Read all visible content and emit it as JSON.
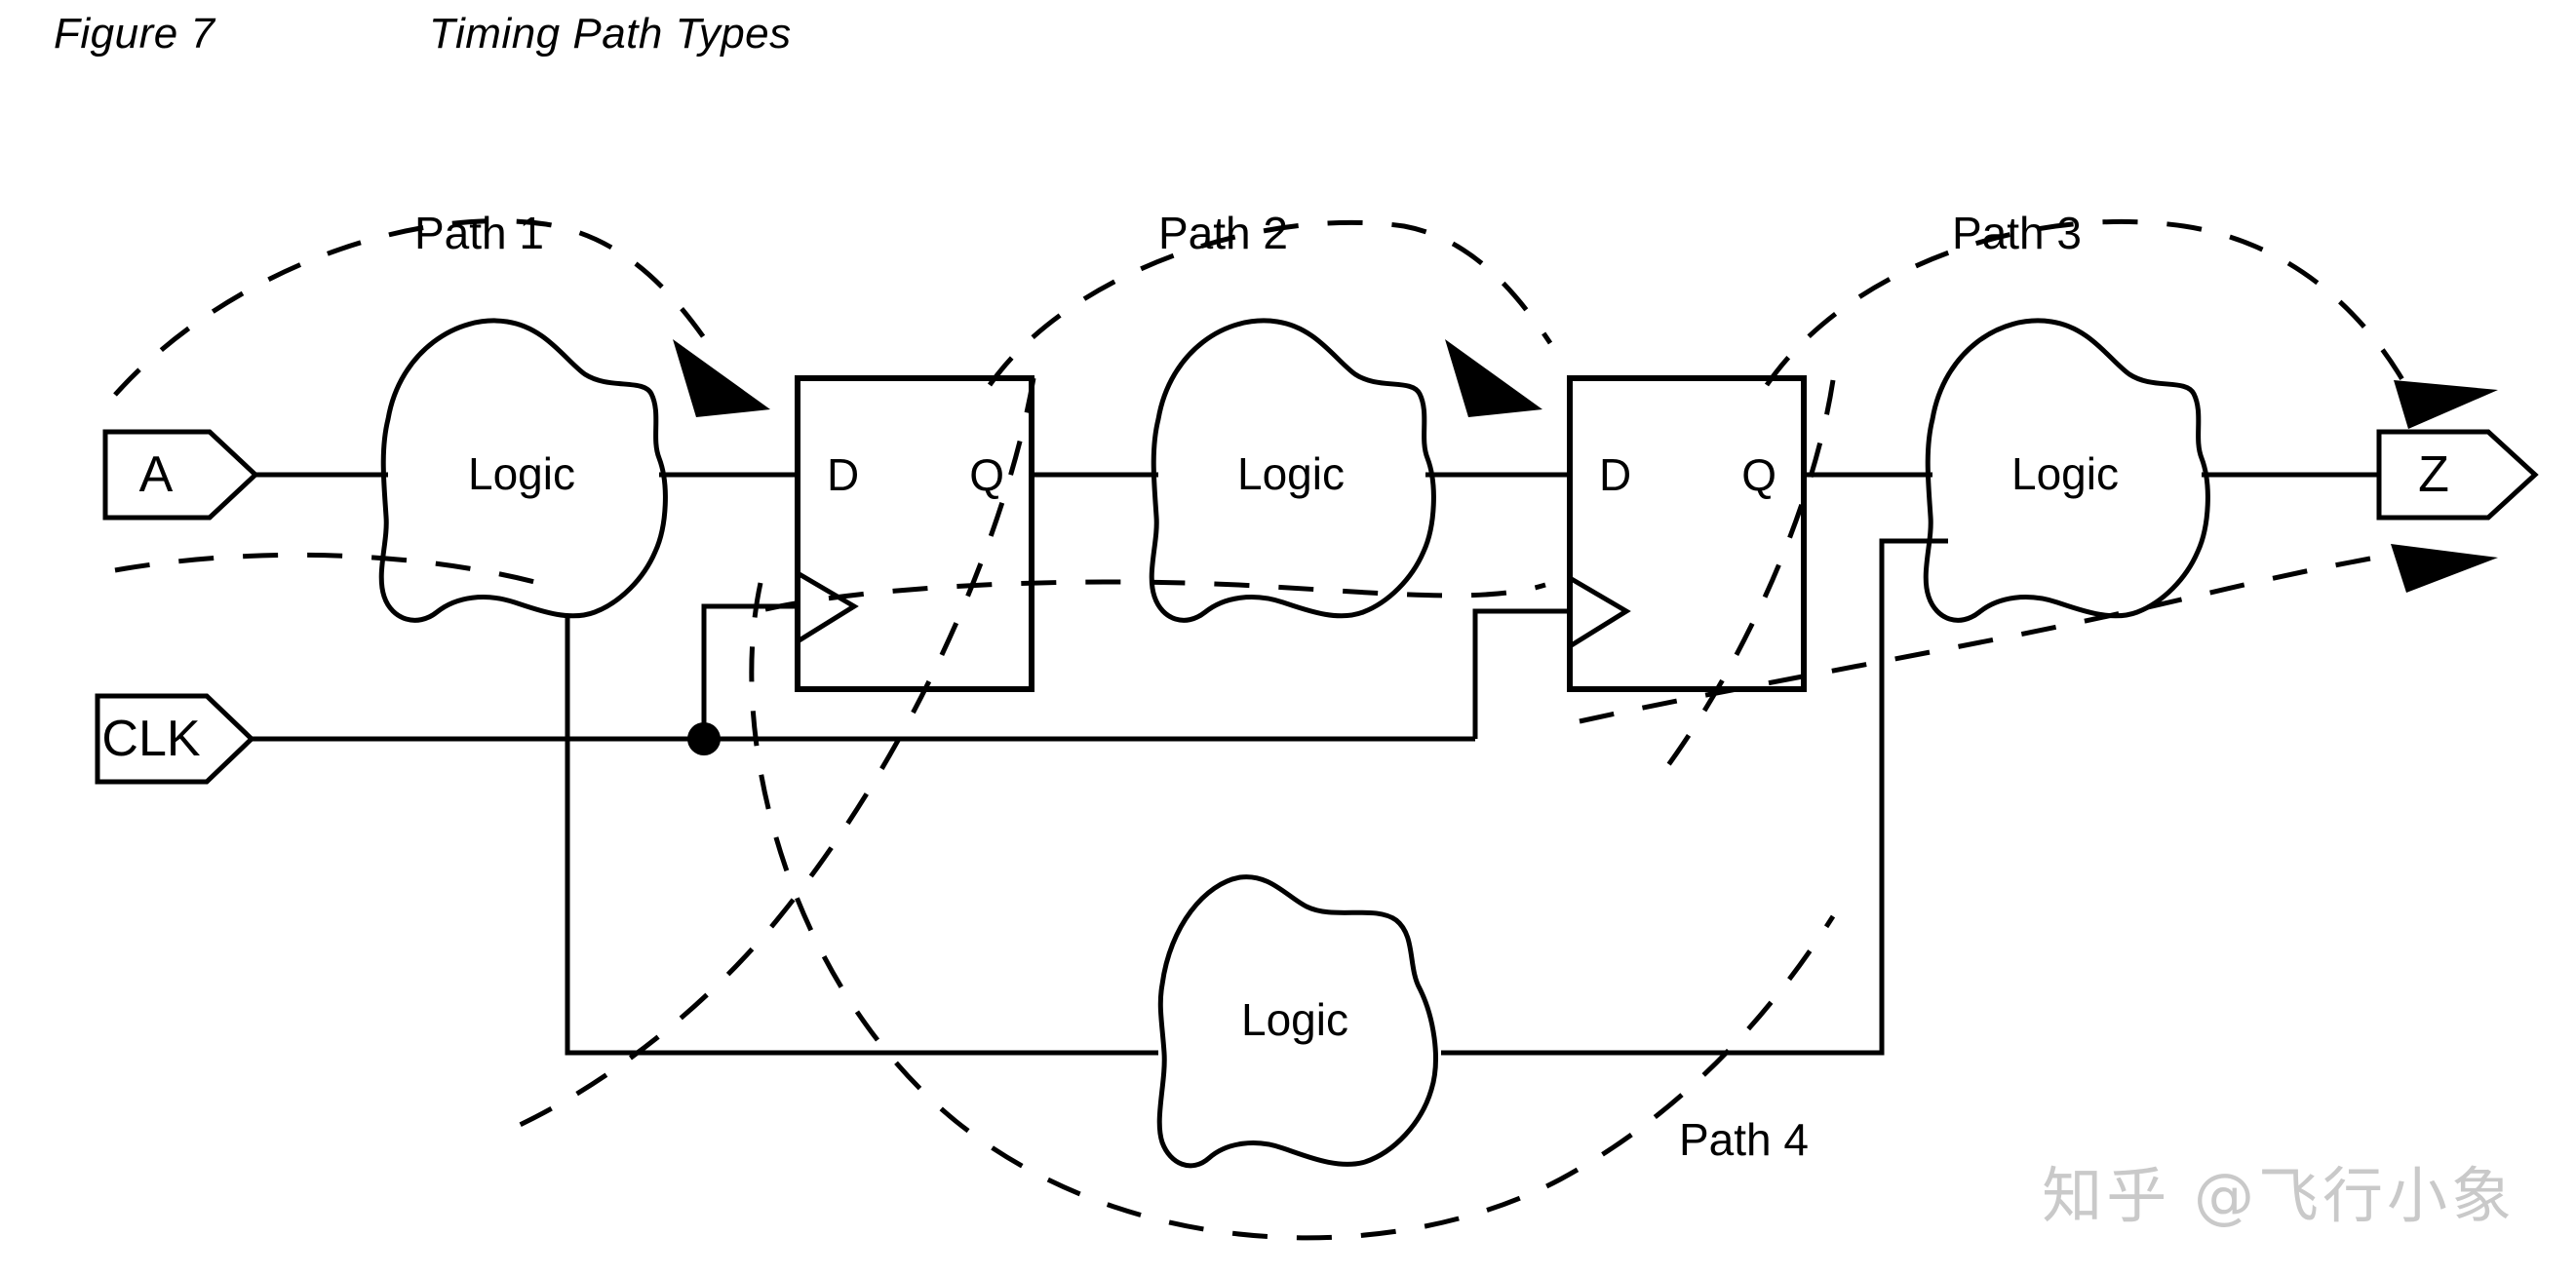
{
  "figure": {
    "label": "Figure 7",
    "title": "Timing Path Types"
  },
  "ports": {
    "input_a": "A",
    "input_clk": "CLK",
    "output_z": "Z"
  },
  "blocks": {
    "logic_label": "Logic",
    "logic_1": "Logic",
    "logic_2": "Logic",
    "logic_3": "Logic",
    "logic_4": "Logic"
  },
  "flipflops": [
    {
      "d_pin": "D",
      "q_pin": "Q"
    },
    {
      "d_pin": "D",
      "q_pin": "Q"
    }
  ],
  "paths": [
    {
      "name": "Path 1"
    },
    {
      "name": "Path 2"
    },
    {
      "name": "Path 3"
    },
    {
      "name": "Path 4"
    }
  ],
  "watermark": "知乎 @飞行小象",
  "colors": {
    "stroke": "#000000",
    "background": "#ffffff",
    "watermark": "#c9c9c9"
  }
}
